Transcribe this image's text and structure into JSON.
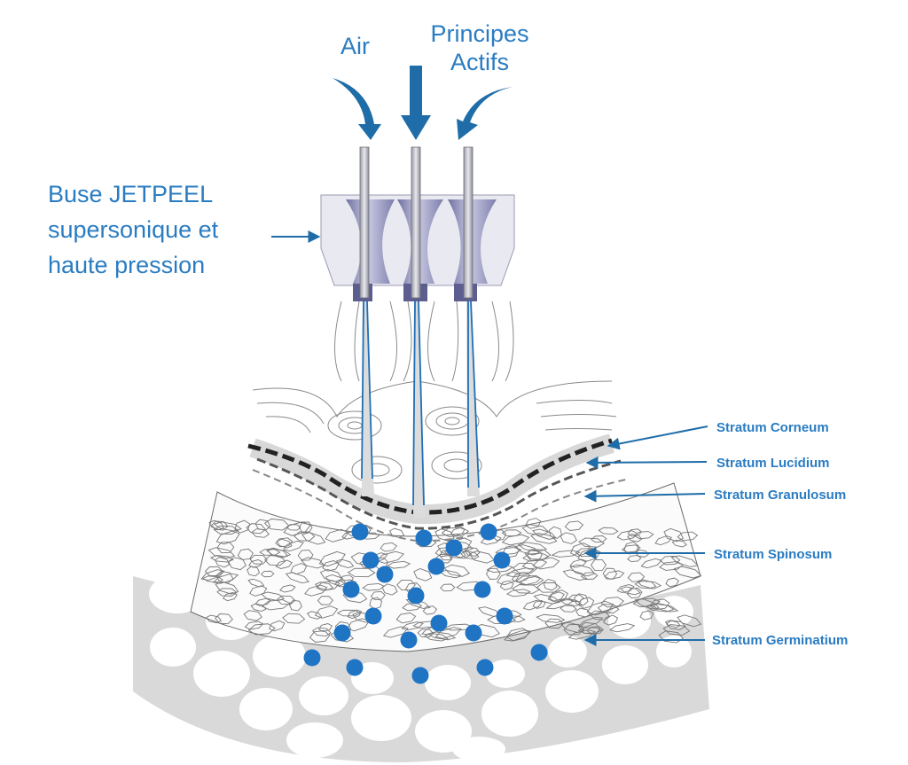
{
  "inputs": {
    "air": "Air",
    "actives_line1": "Principes",
    "actives_line2": "Actifs"
  },
  "nozzle_label": "Buse JETPEEL supersonique et haute pression",
  "layers": [
    {
      "label": "Stratum Corneum"
    },
    {
      "label": "Stratum Lucidium"
    },
    {
      "label": "Stratum Granulosum"
    },
    {
      "label": "Stratum Spinosum"
    },
    {
      "label": "Stratum Germinatium"
    }
  ],
  "colors": {
    "accent": "#2a7cc2",
    "arrow": "#1f6da8",
    "dot": "#1f74c4",
    "nozzle": "#8f90b8",
    "tissue_line": "#7a7a7a",
    "fat": "#d8d8d8"
  },
  "active_particle_count": 22
}
